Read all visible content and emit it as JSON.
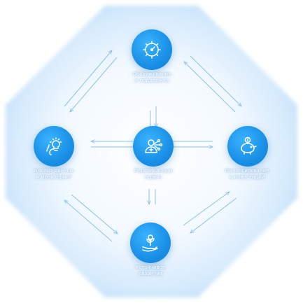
{
  "nodes": {
    "top": {
      "label": "Обслуживание\nи поддержка"
    },
    "left": {
      "label": "Анализ данных\nи мониторинг"
    },
    "center": {
      "label": "Персональный\nсервис"
    },
    "right": {
      "label": "Финансирование\nи инвестиции"
    },
    "bottom": {
      "label": "Устойчивое\nразвитие"
    }
  },
  "colors": {
    "node": "#1a8fe6",
    "glow": "#cfe6fb",
    "arrow": "#8fc0ea"
  }
}
